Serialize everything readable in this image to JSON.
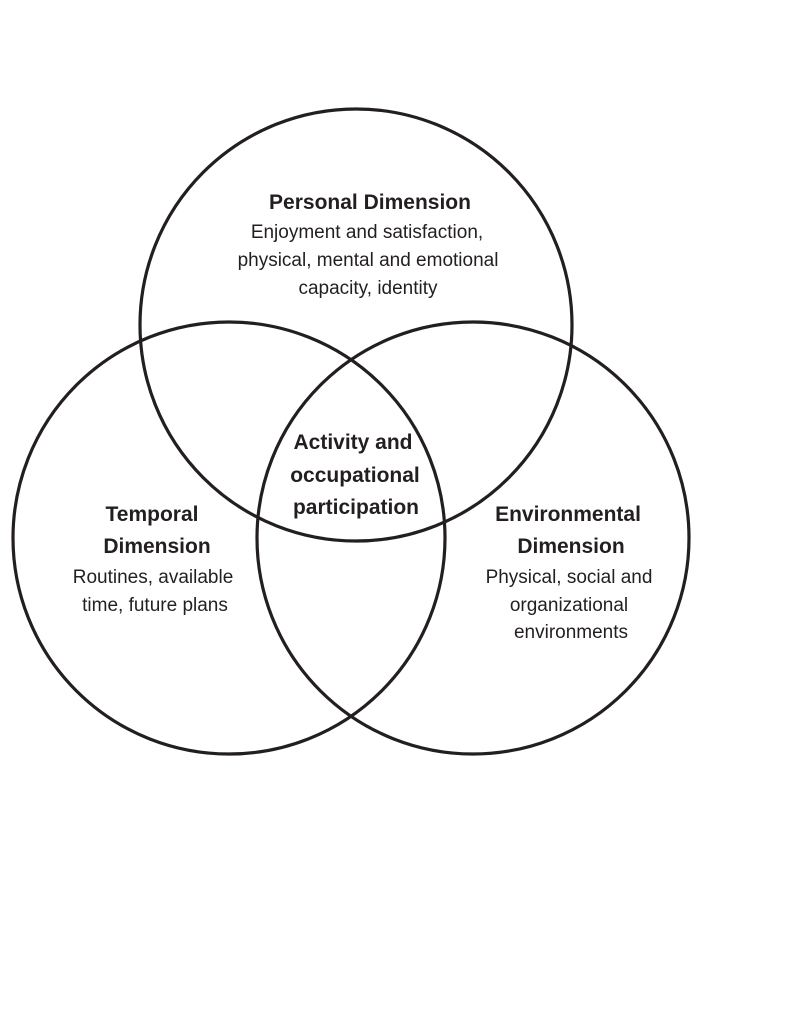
{
  "diagram": {
    "personal": {
      "title": "Personal Dimension",
      "lines": [
        "Enjoyment and satisfaction,",
        "physical, mental and emotional",
        "capacity, identity"
      ]
    },
    "temporal": {
      "title_lines": [
        "Temporal",
        "Dimension"
      ],
      "lines": [
        "Routines, available",
        "time, future plans"
      ]
    },
    "environmental": {
      "title_lines": [
        "Environmental",
        "Dimension"
      ],
      "lines": [
        "Physical, social and",
        "organizational",
        "environments"
      ]
    },
    "center": {
      "title_lines": [
        "Activity and",
        "occupational",
        "participation"
      ]
    }
  }
}
